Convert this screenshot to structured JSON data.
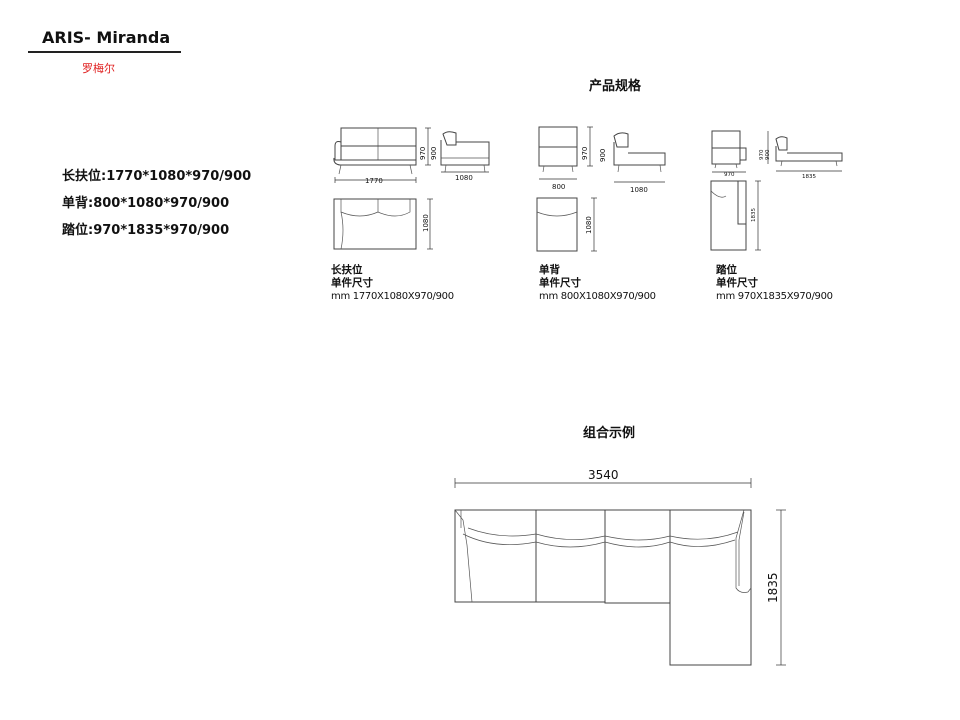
{
  "header": {
    "title": "ARIS- Miranda",
    "subtitle": "罗梅尔"
  },
  "specs": [
    "长扶位:1770*1080*970/900",
    "单背:800*1080*970/900",
    "踏位:970*1835*970/900"
  ],
  "sections": {
    "product_specs": "产品规格",
    "combination_example": "组合示例"
  },
  "modules": {
    "long_arm": {
      "name": "长扶位",
      "unit_label": "单件尺寸",
      "dims": "mm 1770X1080X970/900",
      "dim_width": "1770",
      "dim_depth": "1080",
      "dim_h1": "970",
      "dim_h2": "900",
      "dim_plan": "1080"
    },
    "single_back": {
      "name": "单背",
      "unit_label": "单件尺寸",
      "dims": "mm 800X1080X970/900",
      "dim_width": "800",
      "dim_depth": "1080",
      "dim_h1": "970",
      "dim_h2": "900",
      "dim_plan": "1080"
    },
    "chaise": {
      "name": "踏位",
      "unit_label": "单件尺寸",
      "dims": "mm 970X1835X970/900",
      "dim_width": "970",
      "dim_depth": "1835",
      "dim_h1": "970",
      "dim_h2": "900",
      "dim_plan": "1835"
    }
  },
  "combination": {
    "total_width": "3540",
    "total_depth": "1835"
  }
}
